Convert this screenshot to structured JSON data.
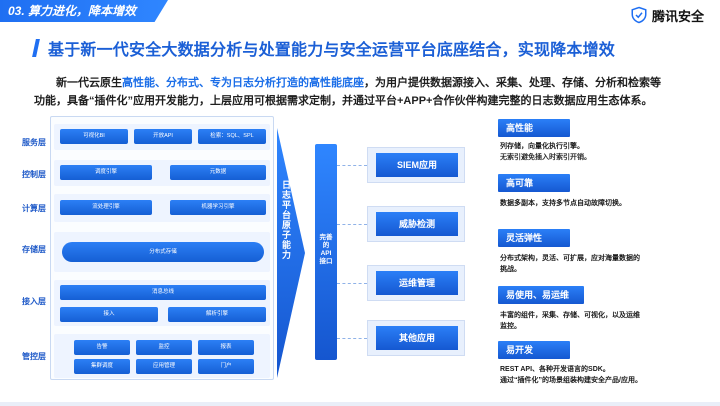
{
  "header": {
    "section_tag": "03. 算力进化，降本增效",
    "brand_name": "腾讯安全",
    "title": "基于新一代安全大数据分析与处置能力与安全运营平台底座结合，实现降本增效"
  },
  "intro": {
    "line1_pre": "新一代云原生",
    "line1_hl": "高性能、分布式、专为日志分析打造的高性能底座",
    "line1_post": "，为用户提供数据源接入、采集、处理、存储、分析和检索等",
    "line2": "功能，具备“插件化”应用开发能力，上层应用可根据需求定制，并通过平台+APP+合作伙伴构建完整的日志数据应用生态体系。"
  },
  "layers": [
    {
      "label": "服务层",
      "chips": [
        "可视化BI",
        "开放API",
        "检索：SQL、SPL"
      ]
    },
    {
      "label": "控制层",
      "chips": [
        "调度引擎",
        "元数据"
      ]
    },
    {
      "label": "计算层",
      "chips": [
        "流处理引擎",
        "机器学习引擎"
      ]
    },
    {
      "label": "存储层",
      "chips": [
        "分布式存储"
      ]
    },
    {
      "label": "接入层",
      "chips": [
        "消息总线",
        "接入",
        "解析引擎"
      ]
    },
    {
      "label": "管控层",
      "chips": [
        "告警",
        "监控",
        "报表",
        "集群调度",
        "应用管理",
        "门户"
      ]
    }
  ],
  "arrow_label": "日志平台原子能力",
  "api_label": [
    "完善",
    "的",
    "API",
    "接口"
  ],
  "apps": [
    "SIEM应用",
    "威胁检测",
    "运维管理",
    "其他应用"
  ],
  "features": [
    {
      "title": "高性能",
      "desc": [
        "列存储，向量化执行引擎。",
        "无索引避免插入时索引开销。"
      ]
    },
    {
      "title": "高可靠",
      "desc": [
        "数据多副本，支持多节点自动故障切换。"
      ]
    },
    {
      "title": "灵活弹性",
      "desc": [
        "分布式架构，灵活、可扩展，应对海量数据的",
        "挑战。"
      ]
    },
    {
      "title": "易使用、易运维",
      "desc": [
        "丰富的组件，采集、存储、可视化，以及运维",
        "监控。"
      ]
    },
    {
      "title": "易开发",
      "desc": [
        "REST API、各种开发语言的SDK。",
        "通过“插件化”的场景组装构建安全产品/应用。"
      ]
    }
  ],
  "colors": {
    "accent": "#1f6ff2",
    "title": "#1b5fd6",
    "chip": "#155fd4",
    "card_bg": "#e8f0fd"
  },
  "icons": {
    "brand": "shield-icon"
  }
}
